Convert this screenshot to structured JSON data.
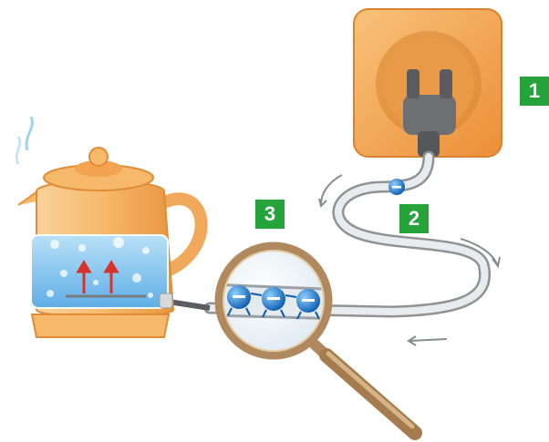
{
  "labels": {
    "step1": "1",
    "step2": "2",
    "step3": "3"
  },
  "colors": {
    "step_badge": "#27a33b",
    "kettle_body": "#f6b86a",
    "socket": "#f3a24f",
    "plug": "#6d6f72",
    "water": "#7fc4ef",
    "electron": "#1b78d2",
    "heat_arrow": "#d9322a",
    "magnifier_rim": "#b08a5e"
  },
  "icons": [
    "wall-socket-icon",
    "plug-icon",
    "electron-icon",
    "kettle-icon",
    "magnifying-glass-icon",
    "heat-arrow-icon",
    "steam-icon"
  ]
}
